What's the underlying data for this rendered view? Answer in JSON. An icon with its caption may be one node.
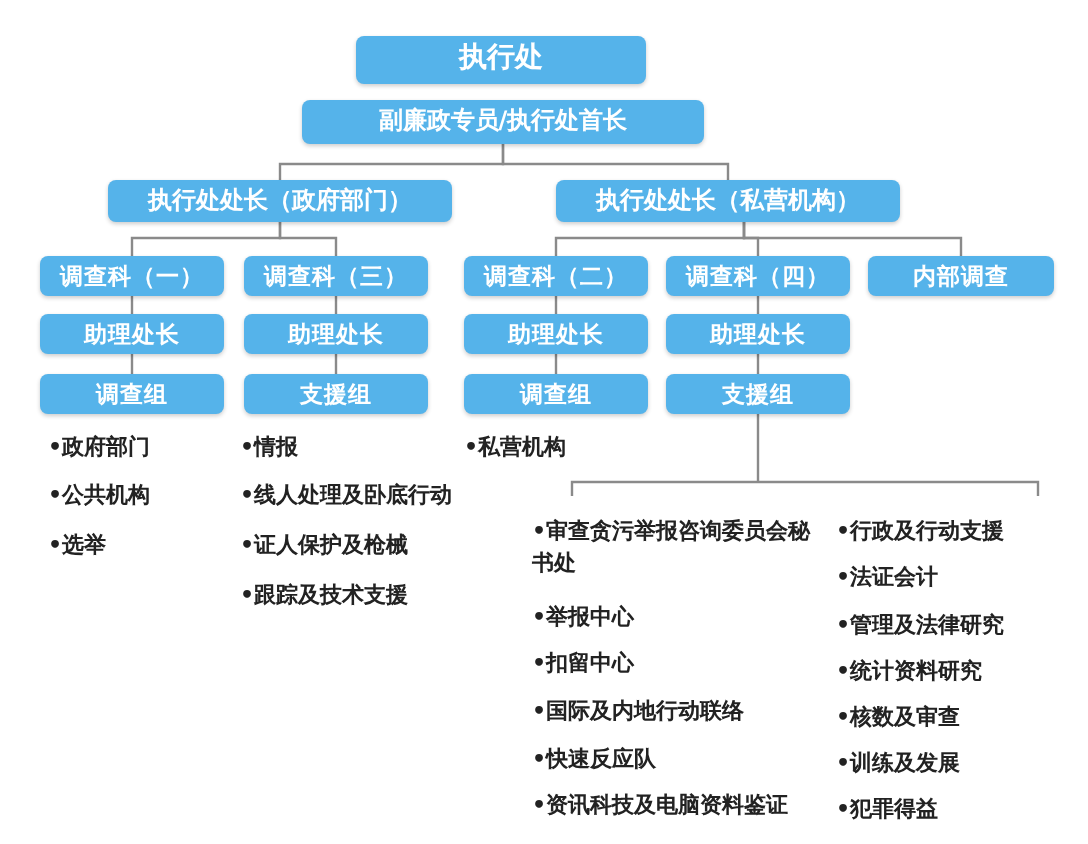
{
  "diagram": {
    "nodes": [
      {
        "text": [
          "执行处"
        ]
      },
      {
        "text": [
          "副廉政专员/执行处首长"
        ]
      },
      {
        "text": [
          "执行处处长（政府部门）"
        ]
      },
      {
        "text": [
          "执行处处长（私营机构）"
        ]
      },
      {
        "text": [
          "调查科（一）"
        ]
      },
      {
        "text": [
          "调查科（三）"
        ]
      },
      {
        "text": [
          "调查科（二）"
        ]
      },
      {
        "text": [
          "调查科（四）"
        ]
      },
      {
        "text": [
          "内部调查"
        ]
      },
      {
        "text": [
          "助理处长"
        ]
      },
      {
        "text": [
          "助理处长"
        ]
      },
      {
        "text": [
          "助理处长"
        ]
      },
      {
        "text": [
          "助理处长"
        ]
      },
      {
        "text": [
          "调查组"
        ]
      },
      {
        "text": [
          "支援组"
        ]
      },
      {
        "text": [
          "调查组"
        ]
      },
      {
        "text": [
          "支援组"
        ]
      }
    ],
    "edges": [
      {
        "from": 1,
        "to": 2,
        "arrow": "none"
      },
      {
        "from": 1,
        "to": 3,
        "arrow": "none"
      },
      {
        "from": 2,
        "to": 4,
        "arrow": "none"
      },
      {
        "from": 2,
        "to": 5,
        "arrow": "none"
      },
      {
        "from": 3,
        "to": 6,
        "arrow": "none"
      },
      {
        "from": 3,
        "to": 7,
        "arrow": "none"
      },
      {
        "from": 3,
        "to": 8,
        "arrow": "none"
      },
      {
        "from": 4,
        "to": 9,
        "arrow": "none"
      },
      {
        "from": 5,
        "to": 10,
        "arrow": "none"
      },
      {
        "from": 6,
        "to": 11,
        "arrow": "none"
      },
      {
        "from": 7,
        "to": 12,
        "arrow": "none"
      },
      {
        "from": 9,
        "to": 13,
        "arrow": "none"
      },
      {
        "from": 10,
        "to": 14,
        "arrow": "none"
      },
      {
        "from": 11,
        "to": 15,
        "arrow": "none"
      },
      {
        "from": 12,
        "to": 16,
        "arrow": "none"
      }
    ],
    "labels": [
      "•政府部门",
      "•公共机构",
      "•选举",
      "•情报",
      "•线人处理及卧底行动",
      "•证人保护及枪械",
      "•跟踪及技术支援",
      "•私营机构",
      "•审查贪污举报咨询委员会秘书处",
      "•举报中心",
      "•扣留中心",
      "•国际及内地行动联络",
      "•快速反应队",
      "•资讯科技及电脑资料鉴证",
      "•行政及行动支援",
      "•法证会计",
      "•管理及法律研究",
      "•统计资料研究",
      "•核数及审查",
      "•训练及发展",
      "•犯罪得益"
    ]
  }
}
